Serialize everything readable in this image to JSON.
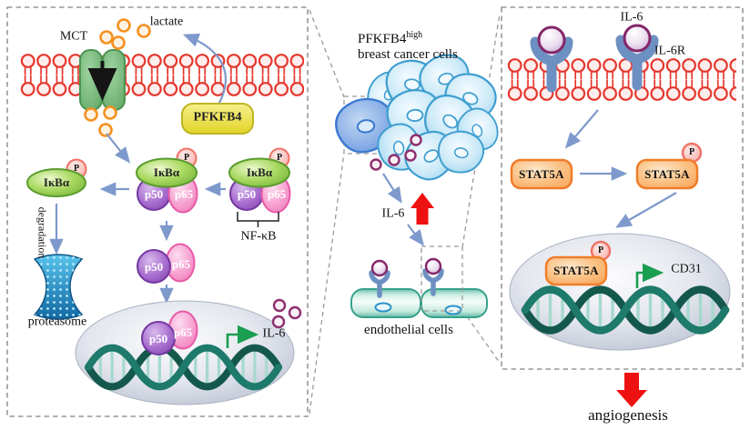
{
  "left_panel": {
    "mct": "MCT",
    "lactate": "lactate",
    "pfkfb4": "PFKFB4",
    "ikba": "IκBα",
    "phospho": "P",
    "p50": "p50",
    "p65": "p65",
    "nfkb": "NF-κB",
    "degradation": "degradation",
    "proteasome": "proteasome",
    "il6_gene": "IL-6"
  },
  "middle": {
    "cancer_line1": "PFKFB4",
    "cancer_sup": "high",
    "cancer_line2": "breast cancer cells",
    "il6": "IL-6",
    "endothelial": "endothelial cells"
  },
  "right_panel": {
    "il6": "IL-6",
    "il6r": "IL-6R",
    "stat5a": "STAT5A",
    "phospho": "P",
    "cd31": "CD31",
    "angiogenesis": "angiogenesis"
  },
  "colors": {
    "membrane_red": "#e5352b",
    "arrow_blue": "#7e99cc",
    "accent_red": "#ee1111",
    "transcription_green": "#1a9e50",
    "lactate_orange": "#f59120",
    "il6_purple": "#8e2f6e",
    "mct_green": "#6cb06e",
    "pfkfb4_yellow": "#e6d830",
    "stat5a_orange": "#f8a75c",
    "panel_dash_gray": "#979797"
  }
}
